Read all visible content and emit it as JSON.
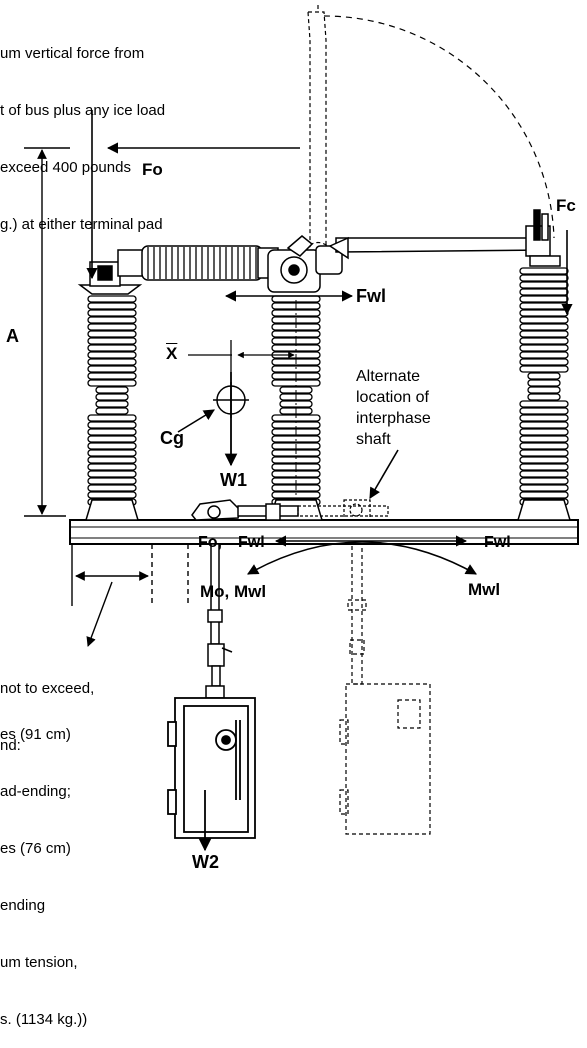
{
  "notes": {
    "top_lines": [
      "um vertical force from",
      "t of bus plus any ice load",
      "exceed 400 pounds",
      "g.) at either terminal pad"
    ],
    "bottom_intro": [
      "not to exceed,",
      "nd:"
    ],
    "bottom_list": [
      "es (91 cm)",
      "ad-ending;",
      "es (76 cm)",
      "ending",
      "um tension,",
      "s. (1134 kg.))"
    ]
  },
  "labels": {
    "fo": "Fo",
    "fc": "Fc",
    "fwl_top": "Fwl",
    "a": "A",
    "xbar": "X",
    "cg": "Cg",
    "w1": "W1",
    "fo_base": "Fo,",
    "fwl_base_left": "Fwl",
    "fwl_base_right": "Fwl",
    "mo_mwl": "Mo, Mwl",
    "mwl": "Mwl",
    "w2": "W2",
    "alternate": "Alternate\nlocation of\ninterphase\nshaft"
  },
  "colors": {
    "ink": "#000000",
    "paper": "#ffffff"
  }
}
